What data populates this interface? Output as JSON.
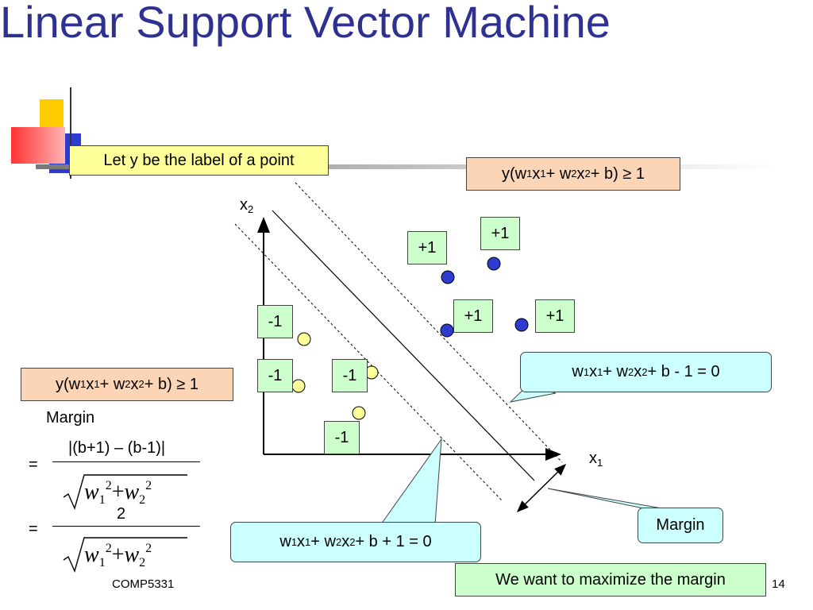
{
  "slide": {
    "title": "Linear Support Vector Machine",
    "footer": "COMP5331",
    "page_number": "14",
    "colors": {
      "title": "#2e3192",
      "deco_yellow": "#ffcc00",
      "deco_blue": "#2e3bcf",
      "deco_red": "#ff3333"
    }
  },
  "callouts": {
    "label_note": "Let y be the label of a point",
    "maximize_note": "We want to maximize the margin",
    "margin_callout": "Margin"
  },
  "constraints": {
    "pos_prefix": "y(w",
    "pos_mid1": "x",
    "pos_mid2": " + w",
    "pos_mid3": "x",
    "pos_suffix": " + b) ≥ 1",
    "neg_prefix": "y(w",
    "neg_mid1": "x",
    "neg_mid2": " + w",
    "neg_mid3": "x",
    "neg_suffix": " + b) ≥ 1",
    "sub1": "1",
    "sub2": "2"
  },
  "hyperplanes": {
    "upper_a": "w",
    "upper_b": "x",
    "upper_c": " + w",
    "upper_d": "x",
    "upper_e": " + b - 1 = 0",
    "lower_a": "w",
    "lower_b": "x",
    "lower_c": " + w",
    "lower_d": "x",
    "lower_e": " + b + 1 = 0"
  },
  "axes": {
    "x_label": "x",
    "x_sub": "1",
    "y_label": "x",
    "y_sub": "2"
  },
  "class_labels": {
    "positive": "+1",
    "negative": "-1"
  },
  "margin_derivation": {
    "heading": "Margin",
    "equals": "=",
    "numerator1": "|(b+1) – (b-1)|",
    "numerator2": "2",
    "w": "w",
    "sub1": "1",
    "sub2": "2",
    "sup": "2",
    "plus": "+"
  }
}
